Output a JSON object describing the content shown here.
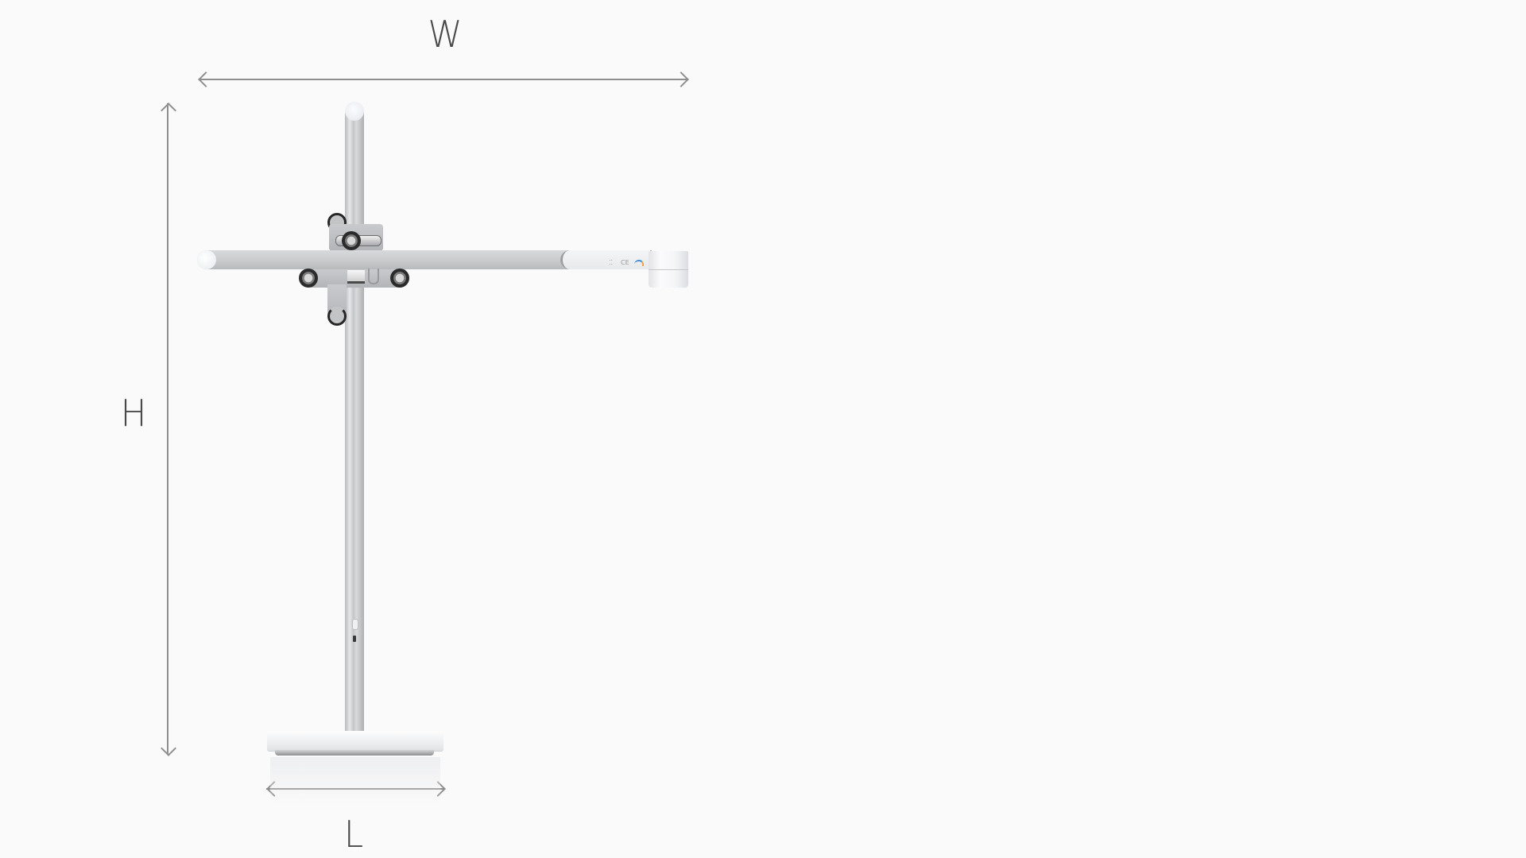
{
  "diagram": {
    "subject": "Desk lamp dimensions diagram",
    "labels": {
      "width": "W",
      "height": "H",
      "length": "L"
    },
    "dimension_lines": [
      {
        "name": "width",
        "orientation": "horizontal",
        "label": "W"
      },
      {
        "name": "height",
        "orientation": "vertical",
        "label": "H"
      },
      {
        "name": "length",
        "orientation": "horizontal",
        "label": "L"
      }
    ],
    "colors": {
      "background": "#fafafa",
      "label_text": "#4a4a4a",
      "dimension_line": "#8f8f8f",
      "lamp_body": "#c9cacc",
      "lamp_white": "#f4f5f7",
      "knob_dark": "#262626"
    },
    "head_icons": [
      "dots-icon",
      "ce-mark-icon",
      "color-temperature-icon"
    ]
  }
}
